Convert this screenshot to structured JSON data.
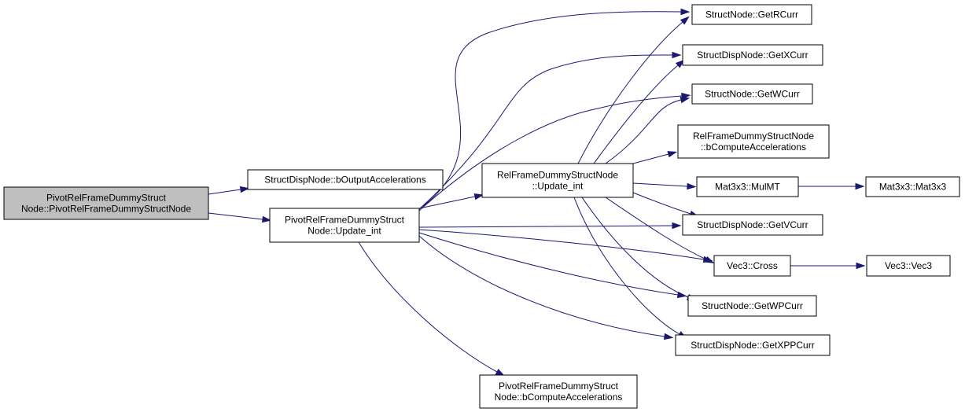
{
  "graph": {
    "nodes": [
      {
        "id": "root",
        "lines": [
          "PivotRelFrameDummyStruct",
          "Node::PivotRelFrameDummyStructNode"
        ],
        "highlight": true
      },
      {
        "id": "bOutputAcc",
        "lines": [
          "StructDispNode::bOutputAccelerations"
        ]
      },
      {
        "id": "pivotUpdate",
        "lines": [
          "PivotRelFrameDummyStruct",
          "Node::Update_int"
        ]
      },
      {
        "id": "relUpdate",
        "lines": [
          "RelFrameDummyStructNode",
          "::Update_int"
        ]
      },
      {
        "id": "pivotBCompute",
        "lines": [
          "PivotRelFrameDummyStruct",
          "Node::bComputeAccelerations"
        ]
      },
      {
        "id": "getRCurr",
        "lines": [
          "StructNode::GetRCurr"
        ]
      },
      {
        "id": "getXCurr",
        "lines": [
          "StructDispNode::GetXCurr"
        ]
      },
      {
        "id": "getWCurr",
        "lines": [
          "StructNode::GetWCurr"
        ]
      },
      {
        "id": "relBCompute",
        "lines": [
          "RelFrameDummyStructNode",
          "::bComputeAccelerations"
        ]
      },
      {
        "id": "mulMT",
        "lines": [
          "Mat3x3::MulMT"
        ]
      },
      {
        "id": "getVCurr",
        "lines": [
          "StructDispNode::GetVCurr"
        ]
      },
      {
        "id": "cross",
        "lines": [
          "Vec3::Cross"
        ]
      },
      {
        "id": "getWPCurr",
        "lines": [
          "StructNode::GetWPCurr"
        ]
      },
      {
        "id": "getXPPCurr",
        "lines": [
          "StructDispNode::GetXPPCurr"
        ]
      },
      {
        "id": "mat3x3",
        "lines": [
          "Mat3x3::Mat3x3"
        ]
      },
      {
        "id": "vec3",
        "lines": [
          "Vec3::Vec3"
        ]
      }
    ],
    "edges": [
      {
        "from": "root",
        "to": "bOutputAcc"
      },
      {
        "from": "root",
        "to": "pivotUpdate"
      },
      {
        "from": "pivotUpdate",
        "to": "relUpdate"
      },
      {
        "from": "pivotUpdate",
        "to": "getRCurr"
      },
      {
        "from": "pivotUpdate",
        "to": "getXCurr"
      },
      {
        "from": "pivotUpdate",
        "to": "getWCurr"
      },
      {
        "from": "pivotUpdate",
        "to": "getVCurr"
      },
      {
        "from": "pivotUpdate",
        "to": "cross"
      },
      {
        "from": "pivotUpdate",
        "to": "getWPCurr"
      },
      {
        "from": "pivotUpdate",
        "to": "getXPPCurr"
      },
      {
        "from": "pivotUpdate",
        "to": "pivotBCompute"
      },
      {
        "from": "relUpdate",
        "to": "getRCurr"
      },
      {
        "from": "relUpdate",
        "to": "getXCurr"
      },
      {
        "from": "relUpdate",
        "to": "getWCurr"
      },
      {
        "from": "relUpdate",
        "to": "relBCompute"
      },
      {
        "from": "relUpdate",
        "to": "mulMT"
      },
      {
        "from": "relUpdate",
        "to": "getVCurr"
      },
      {
        "from": "relUpdate",
        "to": "cross"
      },
      {
        "from": "relUpdate",
        "to": "getWPCurr"
      },
      {
        "from": "relUpdate",
        "to": "getXPPCurr"
      },
      {
        "from": "mulMT",
        "to": "mat3x3"
      },
      {
        "from": "cross",
        "to": "vec3"
      }
    ]
  },
  "colors": {
    "edge": "#191970",
    "node_border": "#000000",
    "root_fill": "#bfbfbf",
    "node_fill": "#ffffff"
  }
}
